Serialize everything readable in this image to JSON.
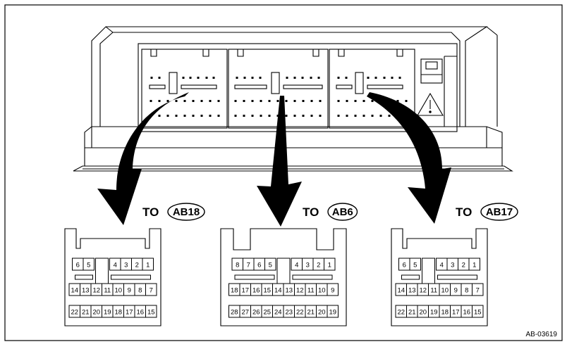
{
  "figure_id": "AB-03619",
  "connectors": [
    {
      "to_word": "TO",
      "label": "AB18",
      "rows": [
        [
          "6",
          "5",
          "",
          "4",
          "3",
          "2",
          "1"
        ],
        [
          "14",
          "13",
          "12",
          "11",
          "10",
          "9",
          "8",
          "7"
        ],
        [
          "22",
          "21",
          "20",
          "19",
          "18",
          "17",
          "16",
          "15"
        ]
      ]
    },
    {
      "to_word": "TO",
      "label": "AB6",
      "rows": [
        [
          "8",
          "7",
          "6",
          "5",
          "",
          "4",
          "3",
          "2",
          "1"
        ],
        [
          "18",
          "17",
          "16",
          "15",
          "14",
          "13",
          "12",
          "11",
          "10",
          "9"
        ],
        [
          "28",
          "27",
          "26",
          "25",
          "24",
          "23",
          "22",
          "21",
          "20",
          "19"
        ]
      ]
    },
    {
      "to_word": "TO",
      "label": "AB17",
      "rows": [
        [
          "6",
          "5",
          "",
          "4",
          "3",
          "2",
          "1"
        ],
        [
          "14",
          "13",
          "12",
          "11",
          "10",
          "9",
          "8",
          "7"
        ],
        [
          "22",
          "21",
          "20",
          "19",
          "18",
          "17",
          "16",
          "15"
        ]
      ]
    }
  ],
  "icons": [
    "module-housing",
    "connector-header",
    "warning-triangle-icon",
    "arrow-icon"
  ]
}
